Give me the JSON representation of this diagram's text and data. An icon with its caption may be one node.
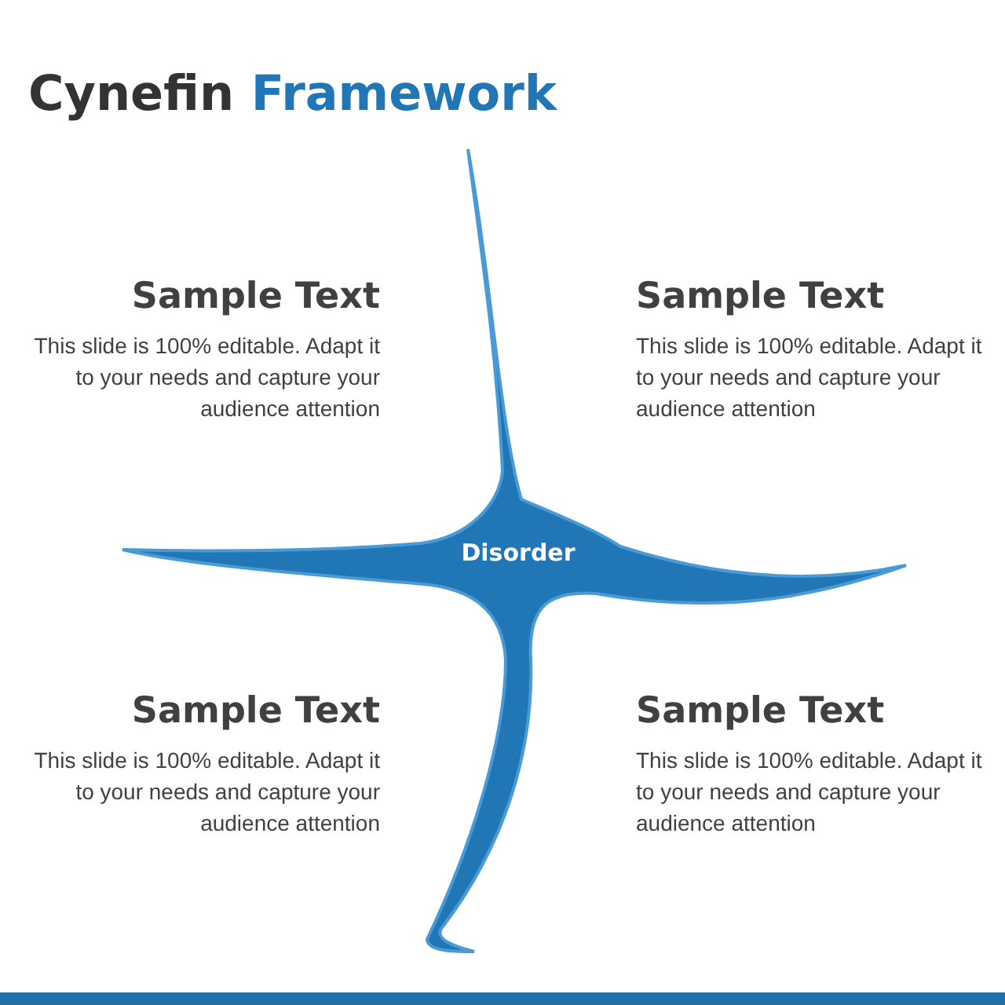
{
  "diagram": {
    "title": "Cynefin Framework",
    "nodes": [
      {
        "text": [
          "Disorder"
        ]
      }
    ],
    "labels": [
      "Sample Text",
      "This slide is 100% editable. Adapt it to your needs and capture your audience attention",
      "Sample Text",
      "This slide is 100% editable. Adapt it to your needs and capture your audience attention",
      "Sample Text",
      "This slide is 100% editable. Adapt it to your needs and capture your audience attention",
      "Sample Text",
      "This slide is 100% editable. Adapt it to your needs and capture your audience attention"
    ]
  }
}
